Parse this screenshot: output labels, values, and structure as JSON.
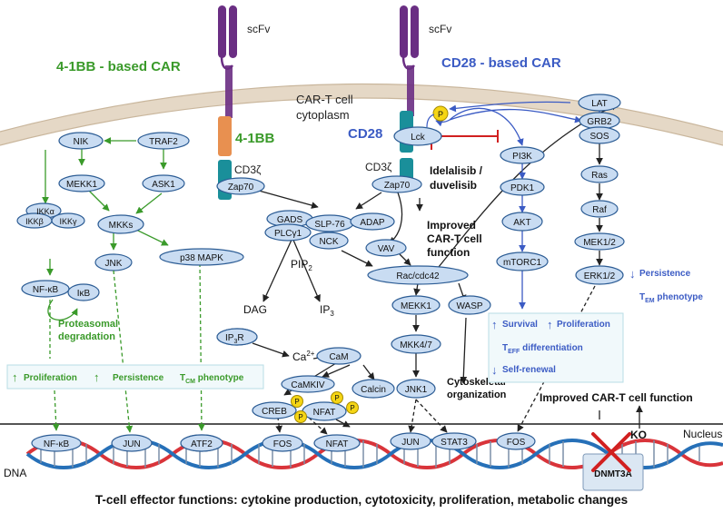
{
  "receptors": {
    "scfv_left": "scFv",
    "scfv_right": "scFv",
    "title_left": "4-1BB - based CAR",
    "title_right": "CD28 - based CAR",
    "cytoplasm": [
      "CAR-T cell",
      "cytoplasm"
    ],
    "costim_left": "4-1BB",
    "costim_right": "CD28",
    "cd3z_left": "CD3ζ",
    "cd3z_right": "CD3ζ"
  },
  "nodes": {
    "zap70_left": "Zap70",
    "zap70_right": "Zap70",
    "lck": "Lck",
    "p": "P",
    "nik": "NIK",
    "traf2": "TRAF2",
    "mekk1_left": "MEKK1",
    "ask1": "ASK1",
    "ikka": "IKKα",
    "ikkb": "IKKβ",
    "ikky": "IKKγ",
    "mkks": "MKKs",
    "jnk": "JNK",
    "p38": "p38 MAPK",
    "nfkb": "NF-κB",
    "ikb": "IκB",
    "gads": "GADS",
    "slp76": "SLP-76",
    "adap": "ADAP",
    "plcy1": "PLCγ1",
    "nck": "NCK",
    "vav": "VAV",
    "rac": "Rac/cdc42",
    "mekk1_mid": "MEKK1",
    "wasp": "WASP",
    "mkk47": "MKK4/7",
    "jnk1": "JNK1",
    "ip3r": "IP",
    "cam": "CaM",
    "camkiv": "CaMKIV",
    "calcin": "Calcin",
    "creb": "CREB",
    "nfat": "NFAT",
    "pi3k": "PI3K",
    "pdk1": "PDK1",
    "akt": "AKT",
    "mtorc1": "mTORC1",
    "lat": "LAT",
    "grb2": "GRB2",
    "sos": "SOS",
    "ras": "Ras",
    "raf": "Raf",
    "mek12": "MEK1/2",
    "erk12": "ERK1/2"
  },
  "labels": {
    "pip2": "PIP",
    "pip2_sub": "2",
    "dag": "DAG",
    "ip3": "IP",
    "ip3_sub": "3",
    "ip3r_sub": "3",
    "ip3r_tail": "R",
    "ca": "Ca",
    "ca_sup": "2+",
    "proteasomal": [
      "Proteasomal",
      "degradation"
    ],
    "drug": [
      "Idelalisib /",
      "duvelisib"
    ],
    "improved_mid": [
      "Improved",
      "CAR-T cell",
      "function"
    ],
    "cytoskeletal": [
      "Cytoskeletal",
      "organization"
    ],
    "persistence_right": "Persistence",
    "tem_main": "T",
    "tem_sub": "EM",
    "tem_tail": " phenotype",
    "left_box": {
      "proliferation": "Proliferation",
      "persistence": "Persistence",
      "tcm_main": "T",
      "tcm_sub": "CM",
      "tcm_tail": " phenotype"
    },
    "pi3k_box": {
      "survival": "Survival",
      "proliferation": "Proliferation",
      "teff_main": "T",
      "teff_sub": "EFF",
      "teff_tail": " differentiation",
      "self_renewal": "Self-renewal"
    },
    "improved_right": "Improved CAR-T cell function",
    "ko": "KO",
    "nucleus": "Nucleus",
    "dna": "DNA",
    "dnmt3a": "DNMT3A",
    "footer": "T-cell effector functions: cytokine production, cytotoxicity, proliferation, metabolic changes"
  },
  "nuclear": {
    "nfkb": "NF-κB",
    "jun_left": "JUN",
    "atf2": "ATF2",
    "fos_mid": "FOS",
    "nfat": "NFAT",
    "jun_mid": "JUN",
    "stat3": "STAT3",
    "fos_right": "FOS"
  },
  "colors": {
    "green": "#3a9a2a",
    "blue": "#3b5bc4",
    "red": "#d12020",
    "node_fill": "#c9dcf2",
    "node_stroke": "#2d5d95",
    "purple": "#6a2e83",
    "orange": "#e89050",
    "teal": "#1a8f9a",
    "membrane": "#e5d8c6"
  }
}
